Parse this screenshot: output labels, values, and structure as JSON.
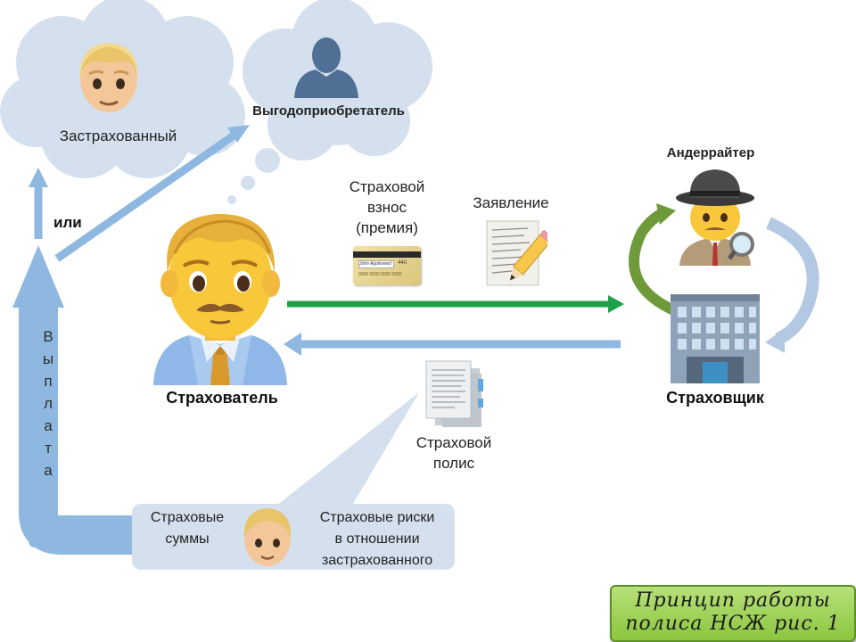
{
  "clouds": {
    "insured_label": "Застрахованный",
    "beneficiary_label": "Выгодоприобретатель"
  },
  "connector": {
    "or_label": "или"
  },
  "payout": {
    "letters": [
      "В",
      "ы",
      "п",
      "л",
      "а",
      "т",
      "а"
    ]
  },
  "premium": {
    "lines": [
      "Страховой",
      "взнос",
      "(премия)"
    ]
  },
  "card": {
    "name": "John Appleseed",
    "number": "0000 0000 0000 0000",
    "code": "440"
  },
  "application": {
    "label": "Заявление"
  },
  "policyholder": {
    "label": "Страхователь"
  },
  "underwriter": {
    "label": "Андеррайтер"
  },
  "insurer": {
    "label": "Страховщик"
  },
  "policy": {
    "lines": [
      "Страховой",
      "полис"
    ]
  },
  "policy_details": {
    "sums": [
      "Страховые",
      "суммы"
    ],
    "risks": [
      "Страховые риски",
      "в отношении",
      "застрахованного"
    ]
  },
  "caption": {
    "lines": [
      "Принцип работы",
      "полиса НСЖ рис. 1"
    ]
  },
  "colors": {
    "cloud": "#d5e0ee",
    "arrow_blue": "#8fb8e0",
    "arrow_green": "#1fa04a",
    "cycle_green": "#6e9a3a",
    "caption_bg": "#9ccc55"
  }
}
